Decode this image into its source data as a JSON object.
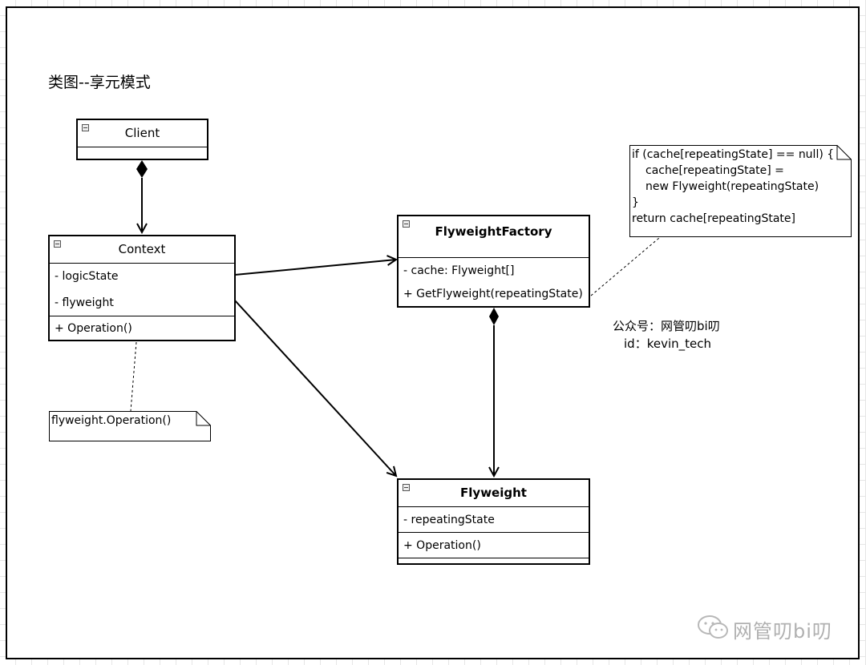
{
  "diagram": {
    "title": "类图--享元模式",
    "classes": {
      "client": {
        "name": "Client",
        "attributes": [],
        "operations": []
      },
      "context": {
        "name": "Context",
        "attributes": [
          "- logicState",
          "- flyweight"
        ],
        "operations": [
          "+ Operation()"
        ]
      },
      "factory": {
        "name": "FlyweightFactory",
        "attributes": [
          "- cache: Flyweight[]"
        ],
        "operations": [
          "+ GetFlyweight(repeatingState)"
        ]
      },
      "flyweight": {
        "name": "Flyweight",
        "attributes": [
          "- repeatingState"
        ],
        "operations": [
          "+ Operation()"
        ]
      }
    },
    "notes": {
      "context_note": [
        "flyweight.Operation()"
      ],
      "factory_note": [
        "if (cache[repeatingState] == null) {",
        "    cache[repeatingState] =",
        "    new Flyweight(repeatingState)",
        "}",
        "return cache[repeatingState]"
      ]
    },
    "contact": {
      "line1": "公众号：网管叨bi叨",
      "line2": "id：kevin_tech"
    },
    "watermark": "网管叨bi叨",
    "relations": [
      {
        "from": "Client",
        "to": "Context",
        "type": "composition"
      },
      {
        "from": "Context",
        "to": "FlyweightFactory",
        "type": "association"
      },
      {
        "from": "Context",
        "to": "Flyweight",
        "type": "association"
      },
      {
        "from": "FlyweightFactory",
        "to": "Flyweight",
        "type": "composition"
      }
    ]
  }
}
